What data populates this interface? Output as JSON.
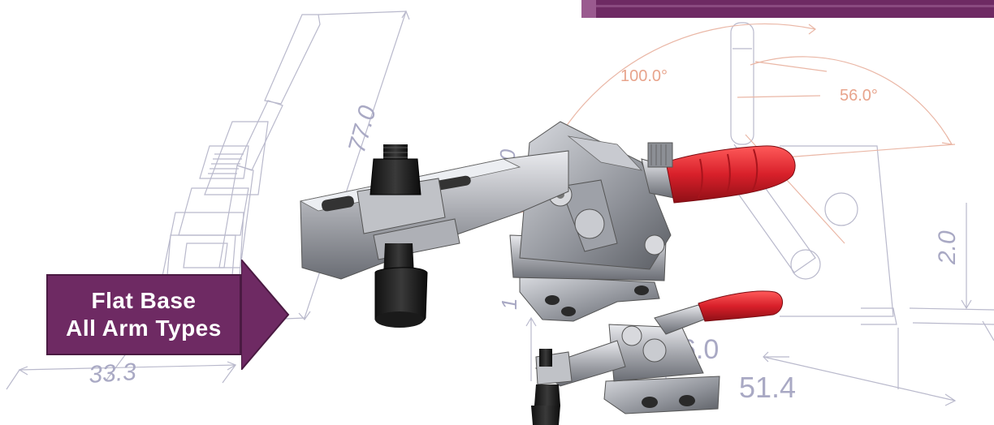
{
  "dimensions": {
    "d_77": "77.0",
    "d_33": "33.3",
    "d_8": "8.0",
    "d_1": "1",
    "d_100deg": "100.0°",
    "d_56deg": "56.0°",
    "d_2": "2.0",
    "d_514": "51.4",
    "d_6": "6.0"
  },
  "label": {
    "line1": "Flat Base",
    "line2": "All Arm Types"
  },
  "colors": {
    "brand_purple": "#6e2a63",
    "handle_red": "#d8202a",
    "drawing_line": "#b9b9cc",
    "angle_line": "#eab7a6"
  }
}
